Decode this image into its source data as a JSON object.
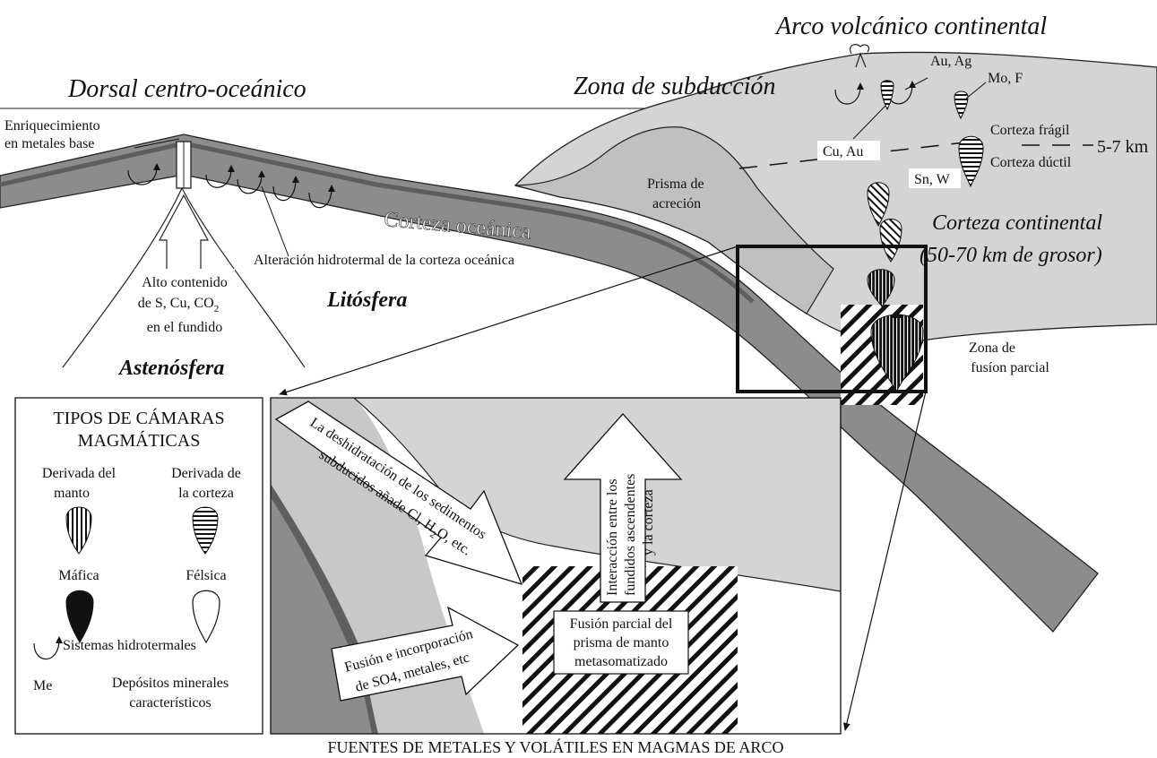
{
  "labels": {
    "dorsal": "Dorsal centro-oceánico",
    "zona_subduccion": "Zona de subducción",
    "arco": "Arco volcánico continental",
    "enriquecimiento_1": "Enriquecimiento",
    "enriquecimiento_2": "en metales base",
    "corteza_oceanica": "Corteza oceánica",
    "alteracion": "Alteración hidrotermal de la corteza oceánica",
    "alto_1": "Alto contenido",
    "alto_2": "de S, Cu, CO",
    "alto_2_sub": "2",
    "alto_3": "en el fundido",
    "litosfera": "Litósfera",
    "astenosfera": "Astenósfera",
    "prisma_1": "Prisma de",
    "prisma_2": "acreción",
    "corteza_cont_1": "Corteza continental",
    "corteza_cont_2": "(50-70 km de grosor)",
    "corteza_fragil": "Corteza frágil",
    "corteza_ductil": "Corteza dúctil",
    "profundidad": "5-7 km",
    "zona_fusion_1": "Zona de",
    "zona_fusion_2": "fusíon parcial",
    "au_ag": "Au, Ag",
    "mo_f": "Mo, F",
    "cu_au": "Cu, Au",
    "sn_w": "Sn, W",
    "footer": "FUENTES DE METALES Y VOLÁTILES EN MAGMAS DE ARCO"
  },
  "legend": {
    "title_1": "TIPOS DE CÁMARAS",
    "title_2": "MAGMÁTICAS",
    "manto_1": "Derivada del",
    "manto_2": "manto",
    "corteza_1": "Derivada de",
    "corteza_2": "la corteza",
    "mafica": "Máfica",
    "felsica": "Félsica",
    "hidrotermales": "Sistemas hidrotermales",
    "me": "Me",
    "depositos_1": "Depósitos minerales",
    "depositos_2": "característicos"
  },
  "inset": {
    "deshidratacion_1": "La deshidratación de los sedimentos",
    "deshidratacion_2": "subducidos añade Cl, H",
    "deshidratacion_2_sub": "2",
    "deshidratacion_3": "O, etc.",
    "fusion_1": "Fusión e incorporación",
    "fusion_2": "de SO4, metales, etc",
    "interaccion_1": "Interacción entre los",
    "interaccion_2": "fundidos ascendentes",
    "interaccion_3": "y la corteza",
    "parcial_1": "Fusión parcial del",
    "parcial_2": "prisma de manto",
    "parcial_3": "metasomatizado"
  },
  "colors": {
    "continental": "#d4d4d4",
    "oceanic_crust": "#8c8c8c",
    "oceanic_dark": "#5e5e5e",
    "inset_light": "#c8c8c8"
  }
}
